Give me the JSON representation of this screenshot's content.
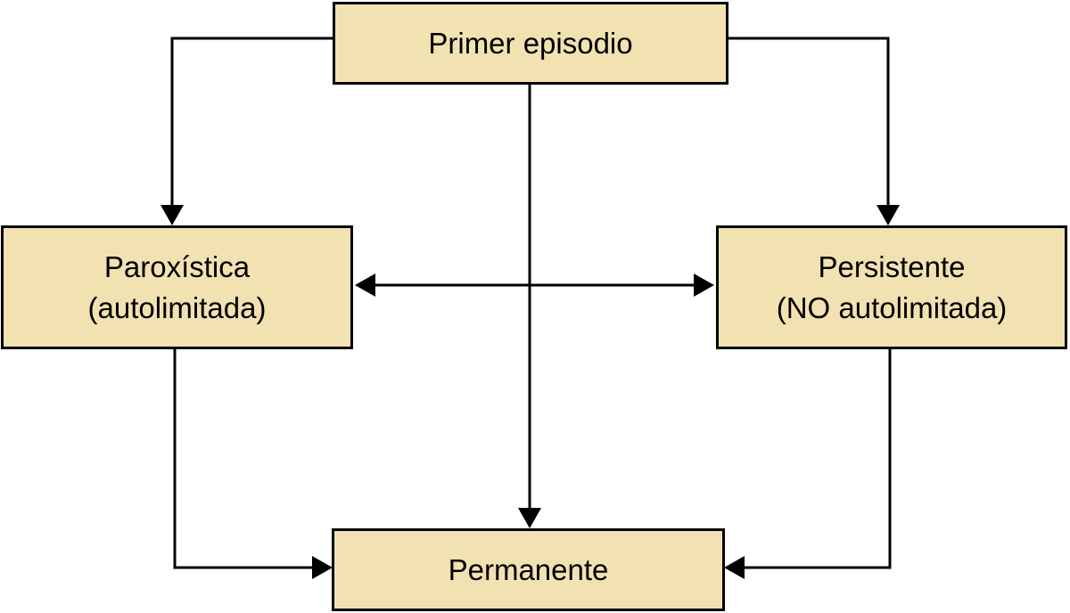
{
  "diagram": {
    "nodes": {
      "first_episode": {
        "label": "Primer episodio"
      },
      "paroxysmal": {
        "line1": "Paroxística",
        "line2": "(autolimitada)"
      },
      "persistent": {
        "line1": "Persistente",
        "line2": "(NO autolimitada)"
      },
      "permanent": {
        "label": "Permanente"
      }
    },
    "edges": [
      {
        "from": "first_episode",
        "to": "paroxysmal",
        "direction": "one-way"
      },
      {
        "from": "first_episode",
        "to": "persistent",
        "direction": "one-way"
      },
      {
        "from": "first_episode",
        "to": "permanent",
        "direction": "one-way"
      },
      {
        "from": "paroxysmal",
        "to": "persistent",
        "direction": "two-way"
      },
      {
        "from": "paroxysmal",
        "to": "permanent",
        "direction": "one-way"
      },
      {
        "from": "persistent",
        "to": "permanent",
        "direction": "one-way"
      }
    ],
    "colors": {
      "box_fill": "#F2E2B2",
      "box_border": "#000000",
      "connector": "#000000",
      "background": "#FFFFFF",
      "text": "#000000"
    }
  }
}
